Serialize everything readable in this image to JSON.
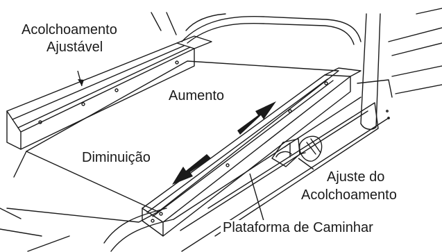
{
  "labels": {
    "padding_line1": "Acolchoamento",
    "padding_line2": "Ajustável",
    "increase": "Aumento",
    "decrease": "Diminuição",
    "adjust_line1": "Ajuste do",
    "adjust_line2": "Acolchoamento",
    "walking_platform": "Plataforma de Caminhar"
  },
  "colors": {
    "ink": "#1a1a1a",
    "background": "#ffffff"
  }
}
